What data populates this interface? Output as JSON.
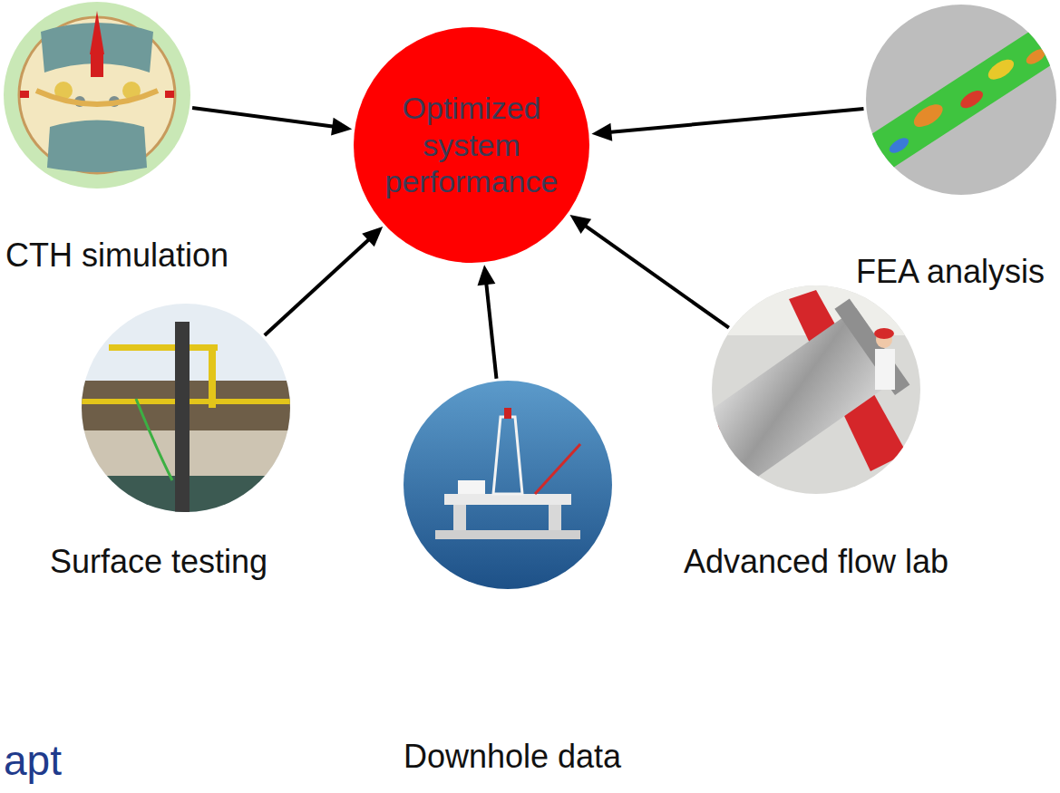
{
  "diagram": {
    "nodes": [
      {
        "text": [
          "CTH simulation"
        ]
      },
      {
        "text": [
          "Optimized system performance"
        ]
      },
      {
        "text": [
          "FEA analysis"
        ]
      },
      {
        "text": [
          "Surface testing"
        ]
      },
      {
        "text": [
          "Downhole data"
        ]
      },
      {
        "text": [
          "Advanced flow lab"
        ]
      }
    ],
    "edges": [
      {
        "from": 0,
        "to": 1,
        "arrow": "to"
      },
      {
        "from": 2,
        "to": 1,
        "arrow": "to"
      },
      {
        "from": 3,
        "to": 1,
        "arrow": "to"
      },
      {
        "from": 4,
        "to": 1,
        "arrow": "to"
      },
      {
        "from": 5,
        "to": 1,
        "arrow": "to"
      }
    ],
    "labels": [
      "apt"
    ]
  }
}
